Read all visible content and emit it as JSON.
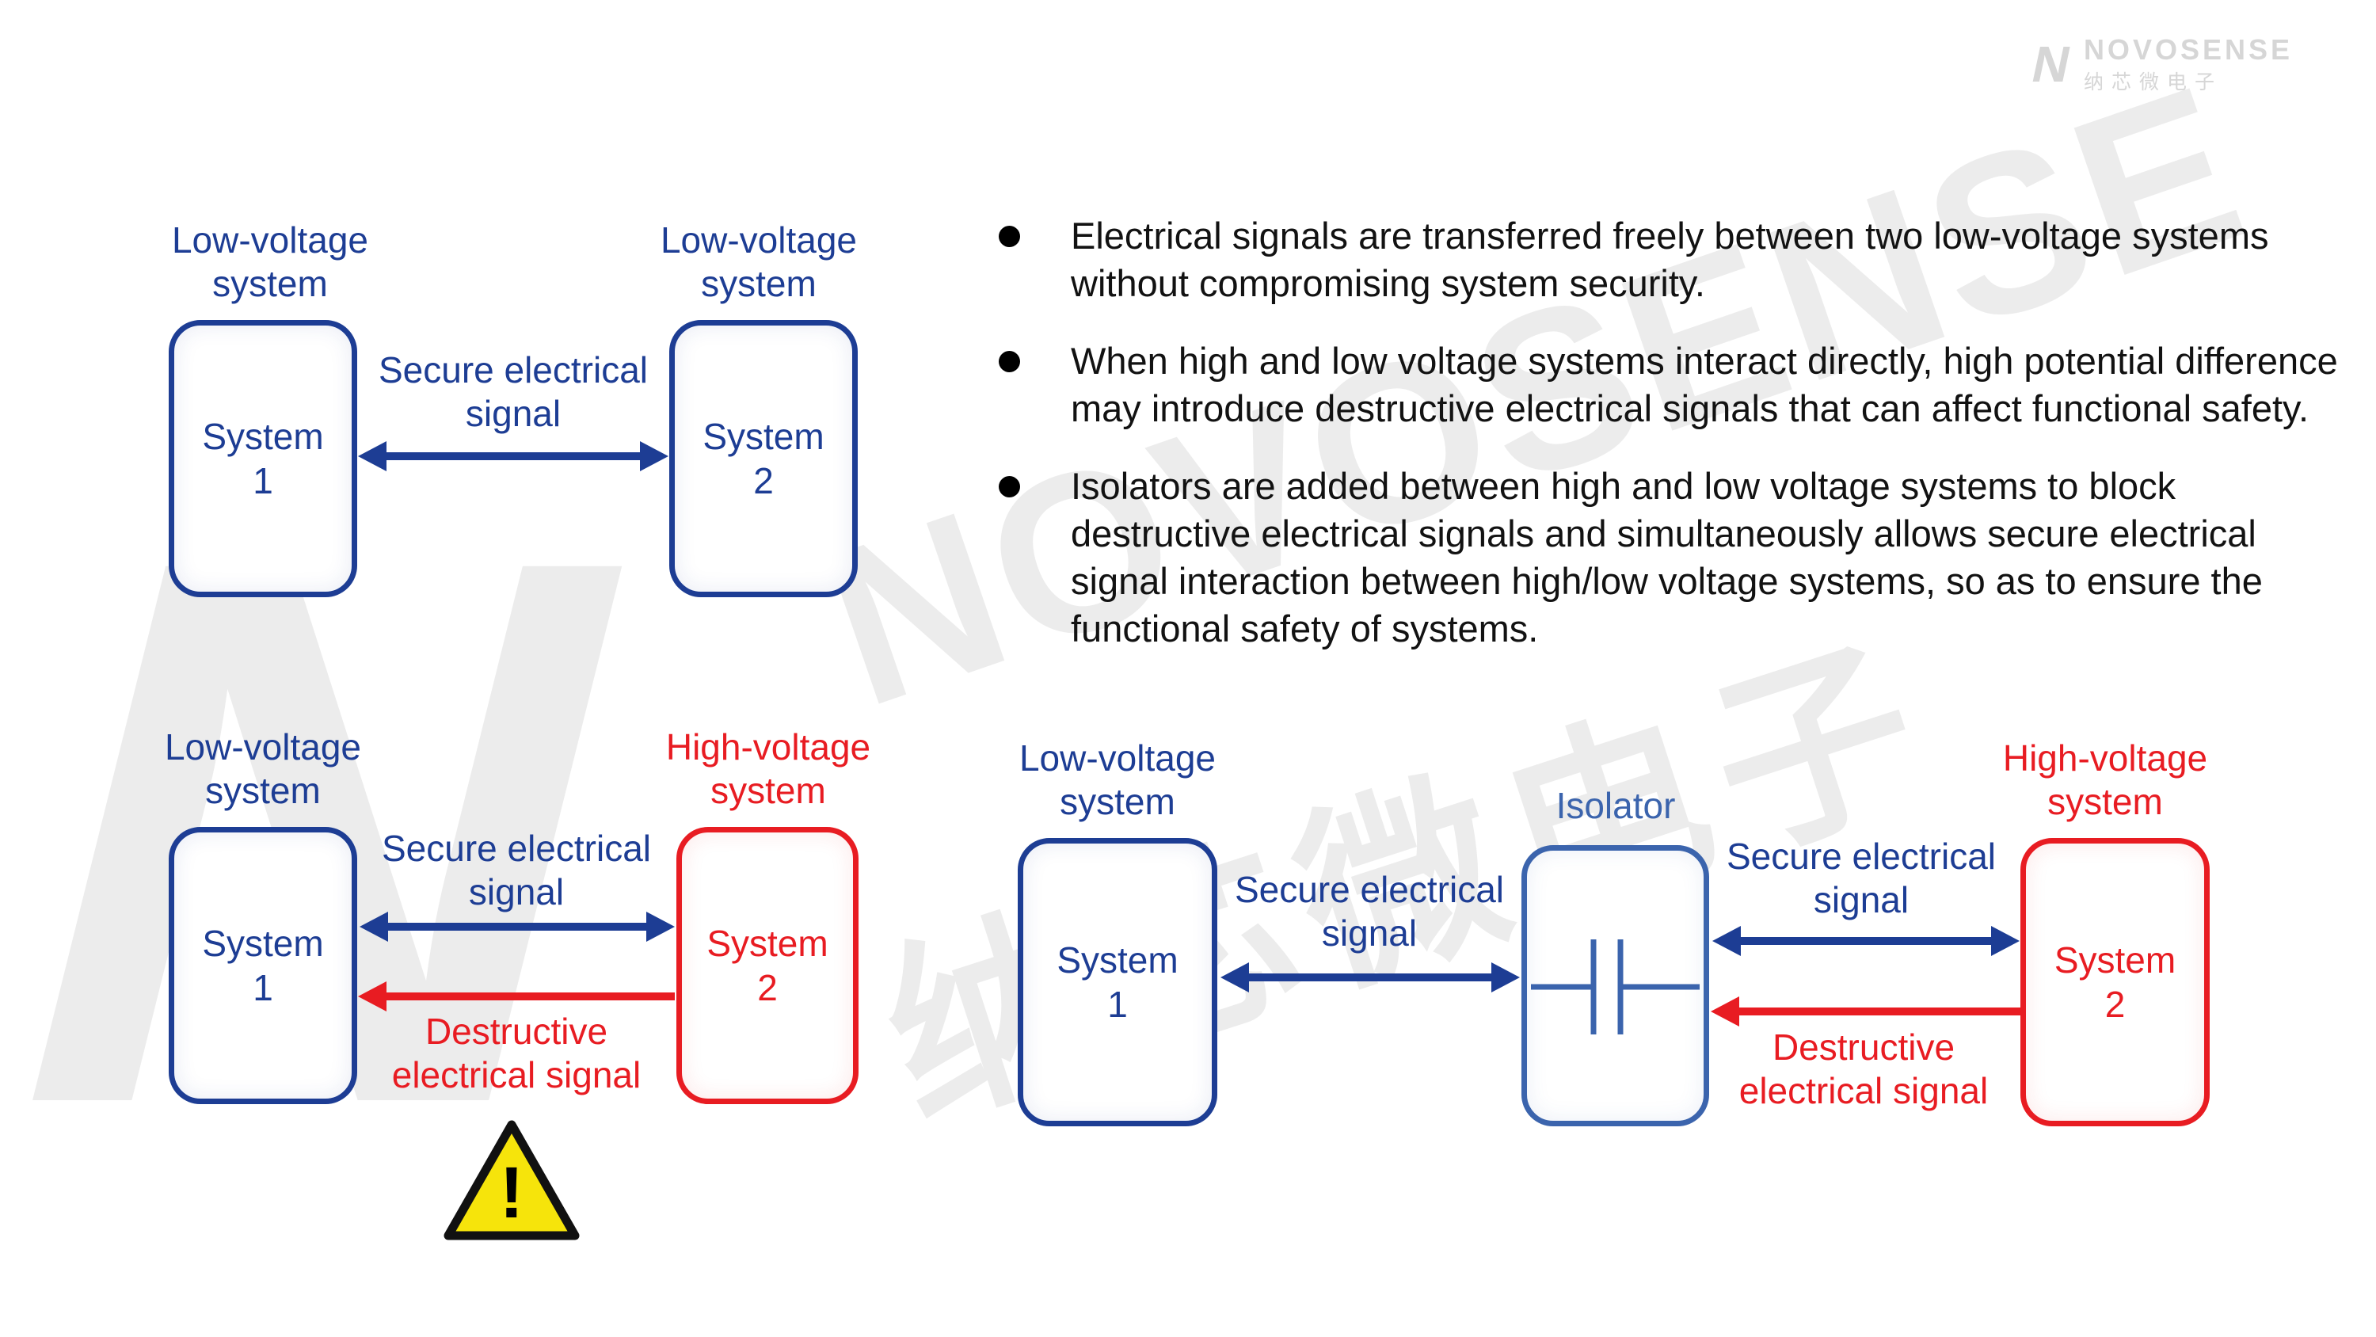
{
  "colors": {
    "blue": "#1d3d94",
    "red": "#e81c22",
    "isolator_blue": "#3b64ad",
    "warning_yellow": "#f6e40b"
  },
  "logo": {
    "mark": "N",
    "brand": "NOVOSENSE",
    "brand_cn": "纳芯微电子"
  },
  "watermark": {
    "letter_n": "N",
    "text_en": "NOVOSENSE",
    "text_cn": "纳芯微电子"
  },
  "bullets": [
    "Electrical signals are transferred freely between two low-voltage systems without compromising system security.",
    "When high and low voltage systems interact directly, high potential difference may introduce destructive electrical signals that can affect functional safety.",
    "Isolators are added between high and low voltage systems to block destructive electrical signals and simultaneously allows secure electrical signal interaction between high/low voltage systems, so as to ensure the functional safety of systems."
  ],
  "diagram_low_low": {
    "left_label": "Low-voltage system",
    "right_label": "Low-voltage system",
    "left_box": "System 1",
    "right_box": "System 2",
    "secure_label": "Secure electrical signal"
  },
  "diagram_low_high": {
    "left_label": "Low-voltage system",
    "right_label": "High-voltage system",
    "left_box": "System 1",
    "right_box": "System 2",
    "secure_label": "Secure electrical signal",
    "destructive_label": "Destructive electrical signal",
    "warning_mark": "!"
  },
  "diagram_isolated": {
    "left_label": "Low-voltage system",
    "isolator_label": "Isolator",
    "right_label": "High-voltage system",
    "left_box": "System 1",
    "right_box": "System 2",
    "secure_label_left": "Secure electrical signal",
    "secure_label_right": "Secure electrical signal",
    "destructive_label": "Destructive electrical signal"
  }
}
